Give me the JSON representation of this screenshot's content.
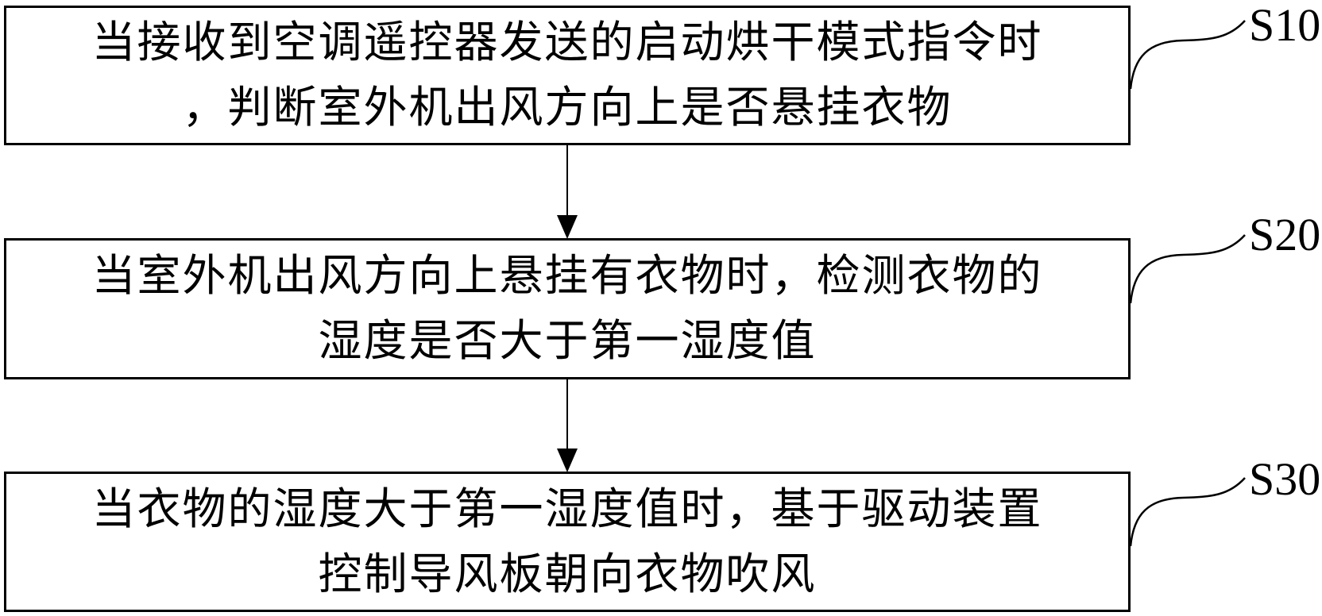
{
  "figure": {
    "background_color": "#ffffff",
    "line_color": "#000000",
    "steps": [
      {
        "label": "S10",
        "lines": [
          "当接收到空调遥控器发送的启动烘干模式指令时",
          "，判断室外机出风方向上是否悬挂衣物"
        ]
      },
      {
        "label": "S20",
        "lines": [
          "当室外机出风方向上悬挂有衣物时，检测衣物的",
          "湿度是否大于第一湿度值"
        ]
      },
      {
        "label": "S30",
        "lines": [
          "当衣物的湿度大于第一湿度值时，基于驱动装置",
          "控制导风板朝向衣物吹风"
        ]
      }
    ]
  }
}
